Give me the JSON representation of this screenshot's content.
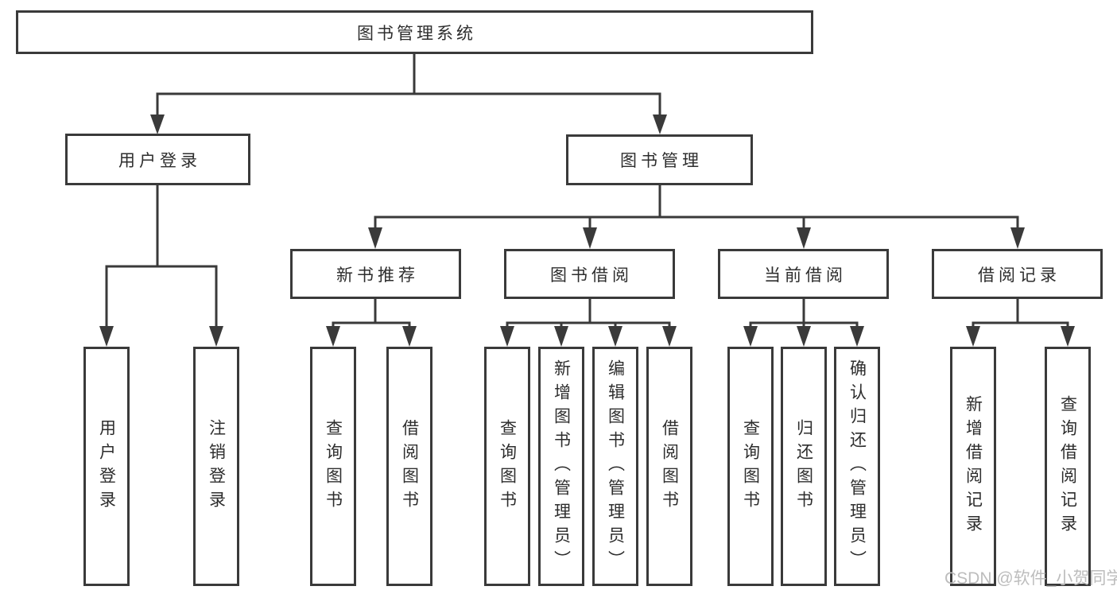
{
  "tree": {
    "root": {
      "label": "图书管理系统"
    },
    "children": [
      {
        "label": "用户登录",
        "children": [
          {
            "label": "用户登录"
          },
          {
            "label": "注销登录"
          }
        ]
      },
      {
        "label": "图书管理",
        "children": [
          {
            "label": "新书推荐",
            "children": [
              {
                "label": "查询图书"
              },
              {
                "label": "借阅图书"
              }
            ]
          },
          {
            "label": "图书借阅",
            "children": [
              {
                "label": "查询图书"
              },
              {
                "label": "新增图书（管理员）"
              },
              {
                "label": "编辑图书（管理员）"
              },
              {
                "label": "借阅图书"
              }
            ]
          },
          {
            "label": "当前借阅",
            "children": [
              {
                "label": "查询图书"
              },
              {
                "label": "归还图书"
              },
              {
                "label": "确认归还（管理员）"
              }
            ]
          },
          {
            "label": "借阅记录",
            "children": [
              {
                "label": "新增借阅记录"
              },
              {
                "label": "查询借阅记录"
              }
            ]
          }
        ]
      }
    ]
  },
  "watermark": {
    "text": "CSDN @软件_小贺同学"
  },
  "colors": {
    "line": "#3a3a3a",
    "text": "#2d2d2d",
    "watermark": "#bdbdbd",
    "background": "#ffffff"
  }
}
